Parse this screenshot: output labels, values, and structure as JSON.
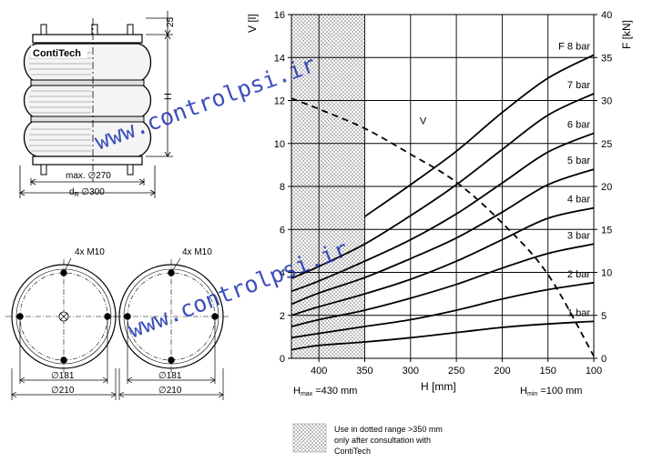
{
  "colors": {
    "line": "#000000",
    "watermark": "#1a2fb0",
    "dotted": "#cfcfcf"
  },
  "brand": "ContiTech",
  "drawing": {
    "dim_top": "25",
    "dim_height": "H",
    "dim_max": "max. ∅270",
    "dim_dr_sym": "d",
    "dim_dr_sub": "R",
    "dim_dr_val": " ∅300",
    "left_plate": {
      "bolt_label": "4x M10",
      "inner": "∅181",
      "outer": "∅210"
    },
    "right_plate": {
      "bolt_label": "4x M10",
      "inner": "∅181",
      "outer": "∅210"
    }
  },
  "chart_data": {
    "type": "line",
    "xlabel": "H [mm]",
    "ylabel_left": "V [l]",
    "ylabel_right": "F [kN]",
    "x_ticks": [
      "400",
      "350",
      "300",
      "250",
      "200",
      "150",
      "100"
    ],
    "y_left_ticks": [
      "0",
      "2",
      "4",
      "6",
      "8",
      "10",
      "12",
      "14",
      "16"
    ],
    "y_right_ticks": [
      "0",
      "5",
      "10",
      "15",
      "20",
      "25",
      "30",
      "35",
      "40"
    ],
    "xlim": [
      430,
      100
    ],
    "ylim_left": [
      0,
      16
    ],
    "ylim_right": [
      0,
      40
    ],
    "dotted_range": [
      430,
      350
    ],
    "h_max_prefix": "H",
    "h_max_sub": "max",
    "h_max_val": " =430 mm",
    "h_min_prefix": "H",
    "h_min_sub": "min",
    "h_min_val": " =100 mm",
    "volume": {
      "name": "V",
      "x": [
        430,
        400,
        350,
        300,
        250,
        200,
        150,
        100
      ],
      "y": [
        12.1,
        11.6,
        10.7,
        9.5,
        8.2,
        6.3,
        3.9,
        0.1
      ]
    },
    "force_series": [
      {
        "name": "F 8 bar",
        "x": [
          350,
          300,
          250,
          200,
          150,
          100
        ],
        "y": [
          16.5,
          20.2,
          24.1,
          28.6,
          32.6,
          35.3
        ]
      },
      {
        "name": "7 bar",
        "x": [
          430,
          400,
          350,
          300,
          250,
          200,
          150,
          100
        ],
        "y": [
          9.3,
          10.7,
          13.3,
          16.6,
          20.2,
          24.3,
          28.3,
          30.8
        ]
      },
      {
        "name": "6 bar",
        "x": [
          430,
          400,
          350,
          300,
          250,
          200,
          150,
          100
        ],
        "y": [
          7.8,
          9.0,
          11.3,
          13.8,
          16.8,
          20.4,
          24.0,
          26.2
        ]
      },
      {
        "name": "5 bar",
        "x": [
          430,
          400,
          350,
          300,
          250,
          200,
          150,
          100
        ],
        "y": [
          6.3,
          7.6,
          9.4,
          11.6,
          14.0,
          17.0,
          20.2,
          22.0
        ]
      },
      {
        "name": "4 bar",
        "x": [
          430,
          400,
          350,
          300,
          250,
          200,
          150,
          100
        ],
        "y": [
          5.0,
          6.0,
          7.5,
          9.2,
          11.3,
          13.8,
          16.3,
          17.5
        ]
      },
      {
        "name": "3 bar",
        "x": [
          430,
          400,
          350,
          300,
          250,
          200,
          150,
          100
        ],
        "y": [
          3.7,
          4.5,
          5.6,
          7.0,
          8.6,
          10.5,
          12.2,
          13.3
        ]
      },
      {
        "name": "2 bar",
        "x": [
          430,
          400,
          350,
          300,
          250,
          200,
          150,
          100
        ],
        "y": [
          2.4,
          2.9,
          3.7,
          4.5,
          5.6,
          6.9,
          8.0,
          8.8
        ]
      },
      {
        "name": "1 bar",
        "x": [
          430,
          400,
          350,
          300,
          250,
          200,
          150,
          100
        ],
        "y": [
          1.0,
          1.5,
          1.9,
          2.4,
          3.0,
          3.6,
          4.0,
          4.3
        ]
      }
    ]
  },
  "legend_note": [
    "Use in dotted range >350 mm",
    "only after consultation with",
    "ContiTech"
  ],
  "watermarks": [
    "www.controlpsi.ir",
    "www.controlpsi.ir"
  ]
}
